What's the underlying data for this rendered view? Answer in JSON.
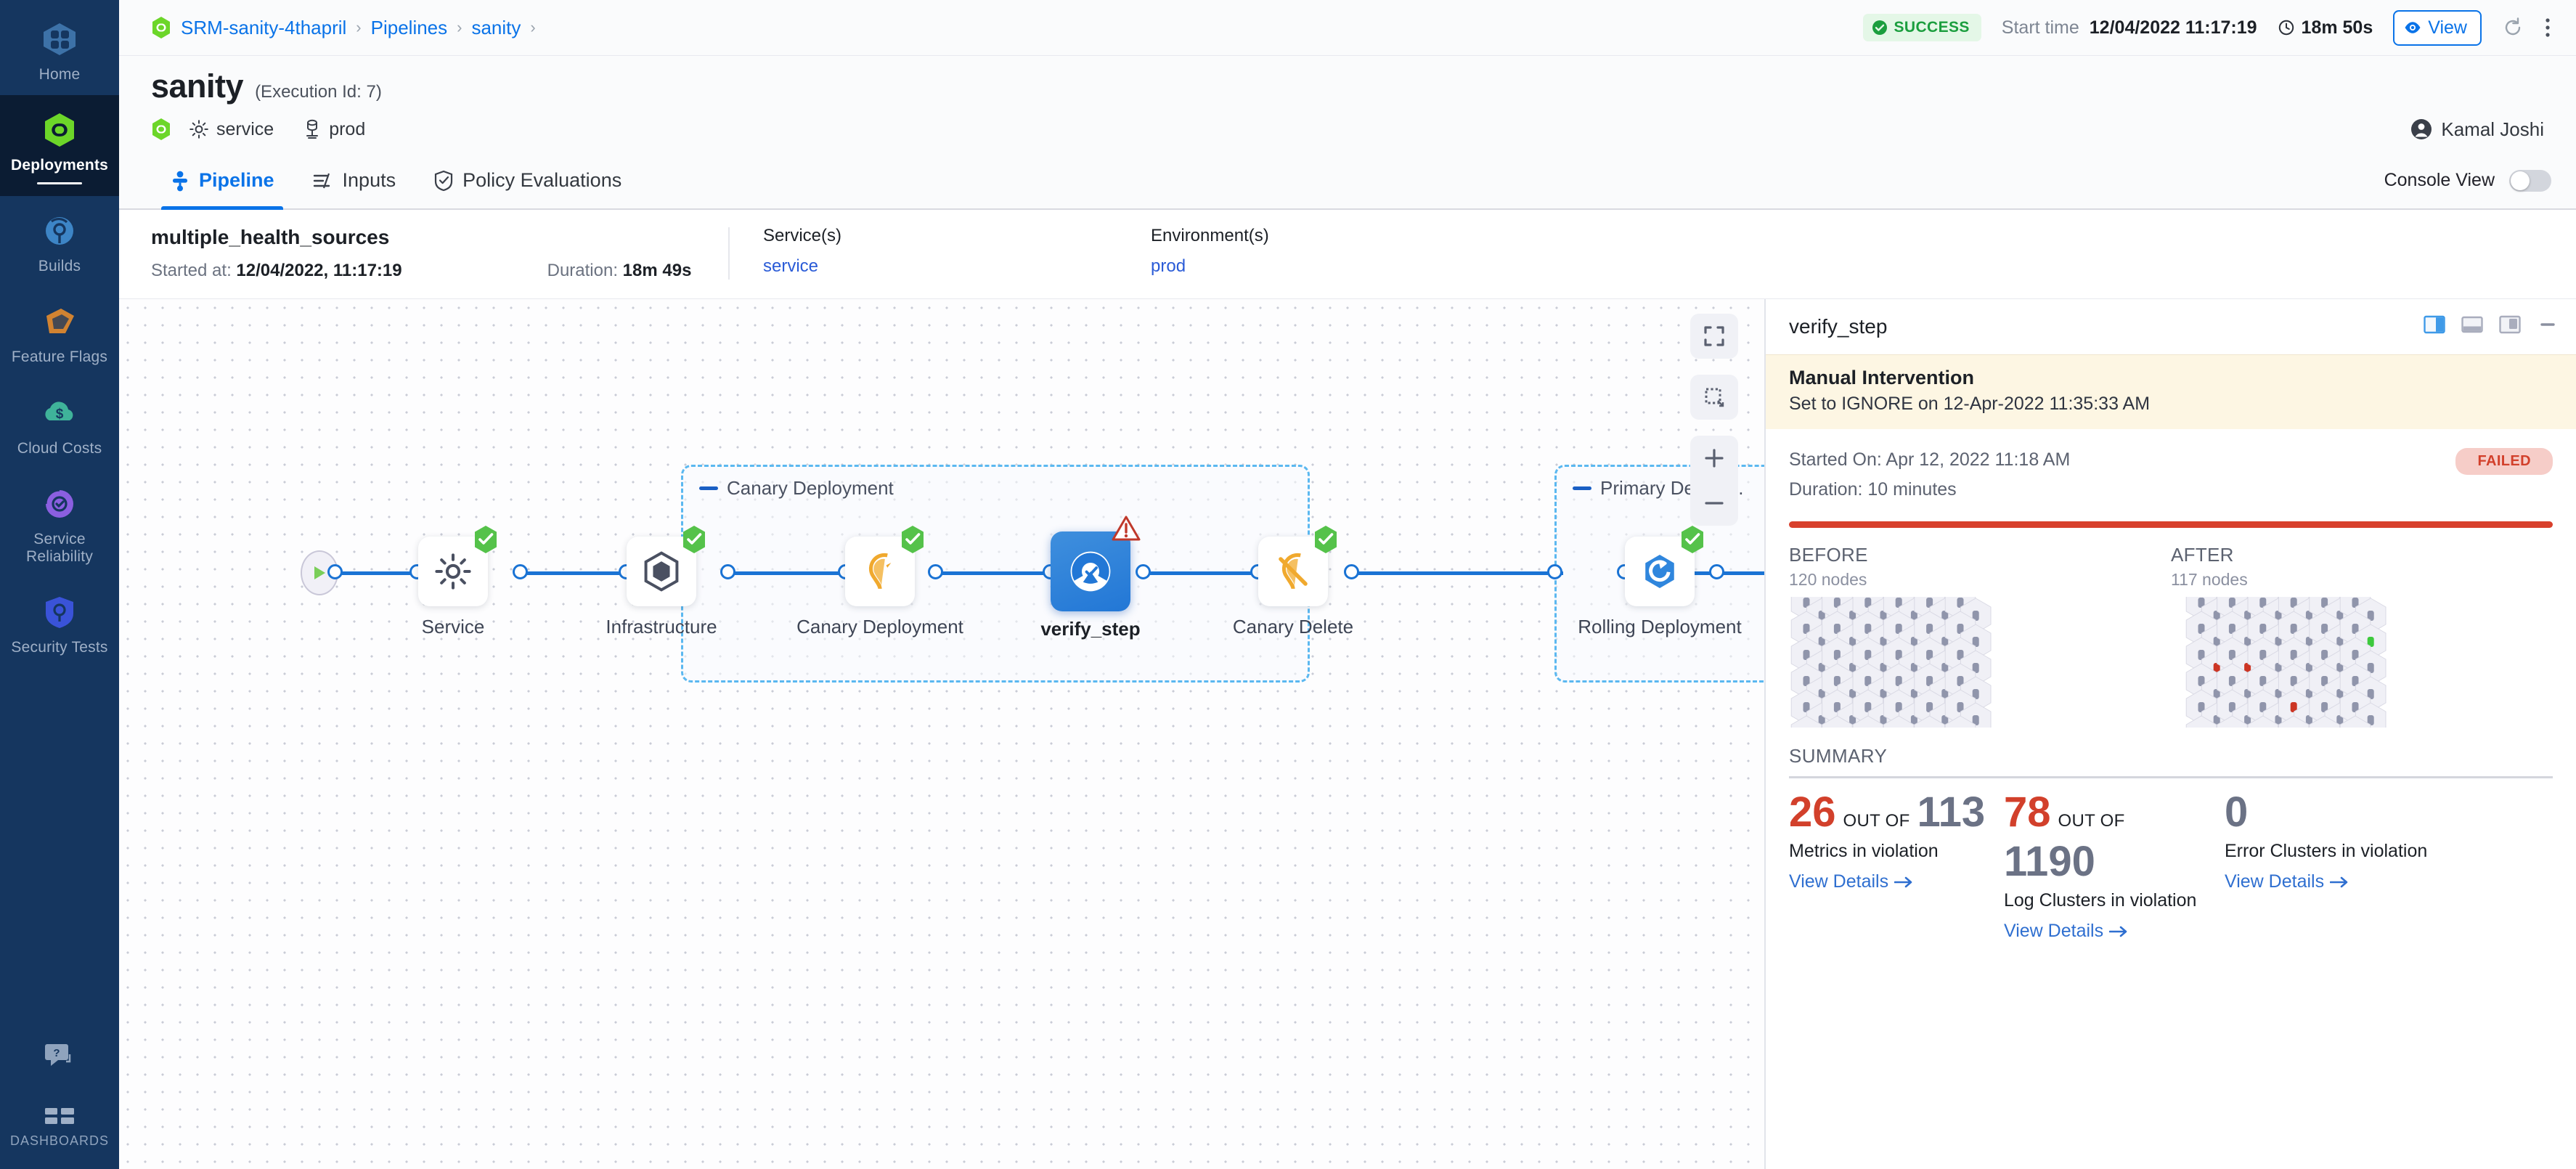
{
  "sidebar": {
    "items": [
      {
        "label": "Home",
        "icon": "home-icon",
        "active": false
      },
      {
        "label": "Deployments",
        "icon": "deployments-icon",
        "active": true
      },
      {
        "label": "Builds",
        "icon": "builds-icon",
        "active": false
      },
      {
        "label": "Feature Flags",
        "icon": "feature-flags-icon",
        "active": false
      },
      {
        "label": "Cloud Costs",
        "icon": "cloud-costs-icon",
        "active": false
      },
      {
        "label": "Service Reliability",
        "icon": "service-reliability-icon",
        "active": false
      },
      {
        "label": "Security Tests",
        "icon": "security-tests-icon",
        "active": false
      }
    ],
    "help_icon": "help-chat-icon",
    "dashboards_label": "DASHBOARDS",
    "dashboards_icon": "dashboards-grid-icon"
  },
  "topbar": {
    "breadcrumbs": [
      {
        "label": "SRM-sanity-4thapril",
        "icon": "project-icon"
      },
      {
        "label": "Pipelines"
      },
      {
        "label": "sanity"
      }
    ],
    "status": "SUCCESS",
    "start_time_label": "Start time",
    "start_time_value": "12/04/2022 11:17:19",
    "duration": "18m 50s",
    "view_button": "View",
    "refresh_icon": "refresh-icon",
    "more_icon": "more-vertical-icon"
  },
  "title_block": {
    "title": "sanity",
    "execution_id": "(Execution Id: 7)",
    "service": "service",
    "environment": "prod",
    "user": "Kamal Joshi"
  },
  "tabs": [
    {
      "label": "Pipeline",
      "icon": "pipeline-icon",
      "active": true
    },
    {
      "label": "Inputs",
      "icon": "inputs-icon",
      "active": false
    },
    {
      "label": "Policy Evaluations",
      "icon": "policy-shield-icon",
      "active": false
    }
  ],
  "console_view": {
    "label": "Console View",
    "on": false
  },
  "pipeline_strip": {
    "name": "multiple_health_sources",
    "started_at_label": "Started at:",
    "started_at_value": "12/04/2022, 11:17:19",
    "duration_label": "Duration:",
    "duration_value": "18m 49s",
    "services_header": "Service(s)",
    "services_value": "service",
    "environments_header": "Environment(s)",
    "environments_value": "prod"
  },
  "canvas": {
    "tools": [
      {
        "name": "fit-to-screen-icon"
      },
      {
        "name": "select-area-icon"
      },
      {
        "name": "zoom-in-icon"
      },
      {
        "name": "zoom-out-icon"
      }
    ],
    "groups": [
      {
        "label": "Canary Deployment"
      },
      {
        "label": "Primary Deploy..."
      }
    ],
    "nodes": [
      {
        "label": "Service",
        "status": "success",
        "icon": "gear-icon",
        "selected": false
      },
      {
        "label": "Infrastructure",
        "status": "success",
        "icon": "hexagon-infra-icon",
        "selected": false
      },
      {
        "label": "Canary Deployment",
        "status": "success",
        "icon": "canary-icon",
        "selected": false
      },
      {
        "label": "verify_step",
        "status": "warning",
        "icon": "verify-icon",
        "selected": true
      },
      {
        "label": "Canary Delete",
        "status": "success",
        "icon": "canary-delete-icon",
        "selected": false
      },
      {
        "label": "Rolling Deployment",
        "status": "success",
        "icon": "rolling-icon",
        "selected": false
      }
    ]
  },
  "right_panel": {
    "title": "verify_step",
    "layout_icons": [
      "panel-right-icon",
      "panel-bottom-icon",
      "panel-float-icon",
      "minimize-icon"
    ],
    "banner": {
      "title": "Manual Intervention",
      "subtitle": "Set to IGNORE on 12-Apr-2022 11:35:33 AM"
    },
    "started_on": "Started On: Apr 12, 2022 11:18 AM",
    "duration": "Duration: 10 minutes",
    "status_badge": "FAILED",
    "before": {
      "header": "BEFORE",
      "nodes": "120 nodes"
    },
    "after": {
      "header": "AFTER",
      "nodes": "117 nodes"
    },
    "summary_header": "SUMMARY",
    "summary_items": [
      {
        "value": "26",
        "value_color": "red",
        "out_of_label": "OUT OF",
        "total": "113",
        "total_color": "grey",
        "description": "Metrics in violation",
        "link": "View Details"
      },
      {
        "value": "78",
        "value_color": "red",
        "out_of_label": "OUT OF",
        "total": "1190",
        "total_color": "grey",
        "description": "Log Clusters in violation",
        "link": "View Details"
      },
      {
        "value": "0",
        "value_color": "grey",
        "out_of_label": "",
        "total": "",
        "total_color": "grey",
        "description": "Error Clusters in violation",
        "link": "View Details"
      }
    ]
  },
  "colors": {
    "accent_blue": "#0a73e8",
    "success_green": "#4dc14d",
    "fail_red": "#d2402b",
    "nav_bg": "#15365f",
    "warn_bg": "#fdf6e3"
  }
}
